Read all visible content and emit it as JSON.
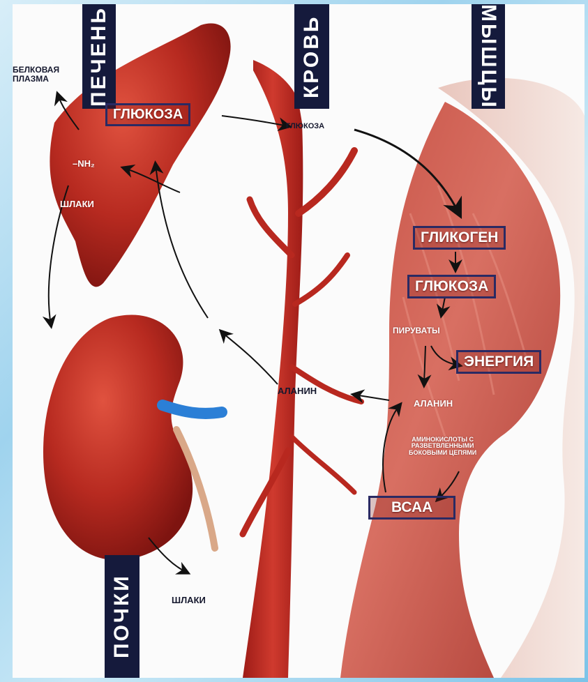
{
  "bands": {
    "liver": "ПЕЧЕНЬ",
    "blood": "КРОВЬ",
    "muscles": "МЫШЦЫ",
    "kidneys": "ПОЧКИ"
  },
  "liver": {
    "protein_plasma": "БЕЛКОВАЯ\nПЛАЗМА",
    "nh2": "–NH₂",
    "waste": "ШЛАКИ",
    "glucose_box": "ГЛЮКОЗА"
  },
  "blood": {
    "glucose": "ГЛЮКОЗА",
    "alanine": "АЛАНИН"
  },
  "muscle": {
    "glycogen": "ГЛИКОГЕН",
    "glucose": "ГЛЮКОЗА",
    "pyruvates": "ПИРУВАТЫ",
    "energy": "ЭНЕРГИЯ",
    "alanine": "АЛАНИН",
    "amino_acids": "АМИНОКИСЛОТЫ С\nРАЗВЕТВЛЕННЫМИ\nБОКОВЫМИ ЦЕПЯМИ",
    "bcaa": "ВСАА"
  },
  "kidney": {
    "waste": "ШЛАКИ"
  },
  "colors": {
    "band": "#151a3c",
    "organ": "#b3221c",
    "box_border": "#2a2a63",
    "vessel_blue": "#2b7fd6"
  }
}
